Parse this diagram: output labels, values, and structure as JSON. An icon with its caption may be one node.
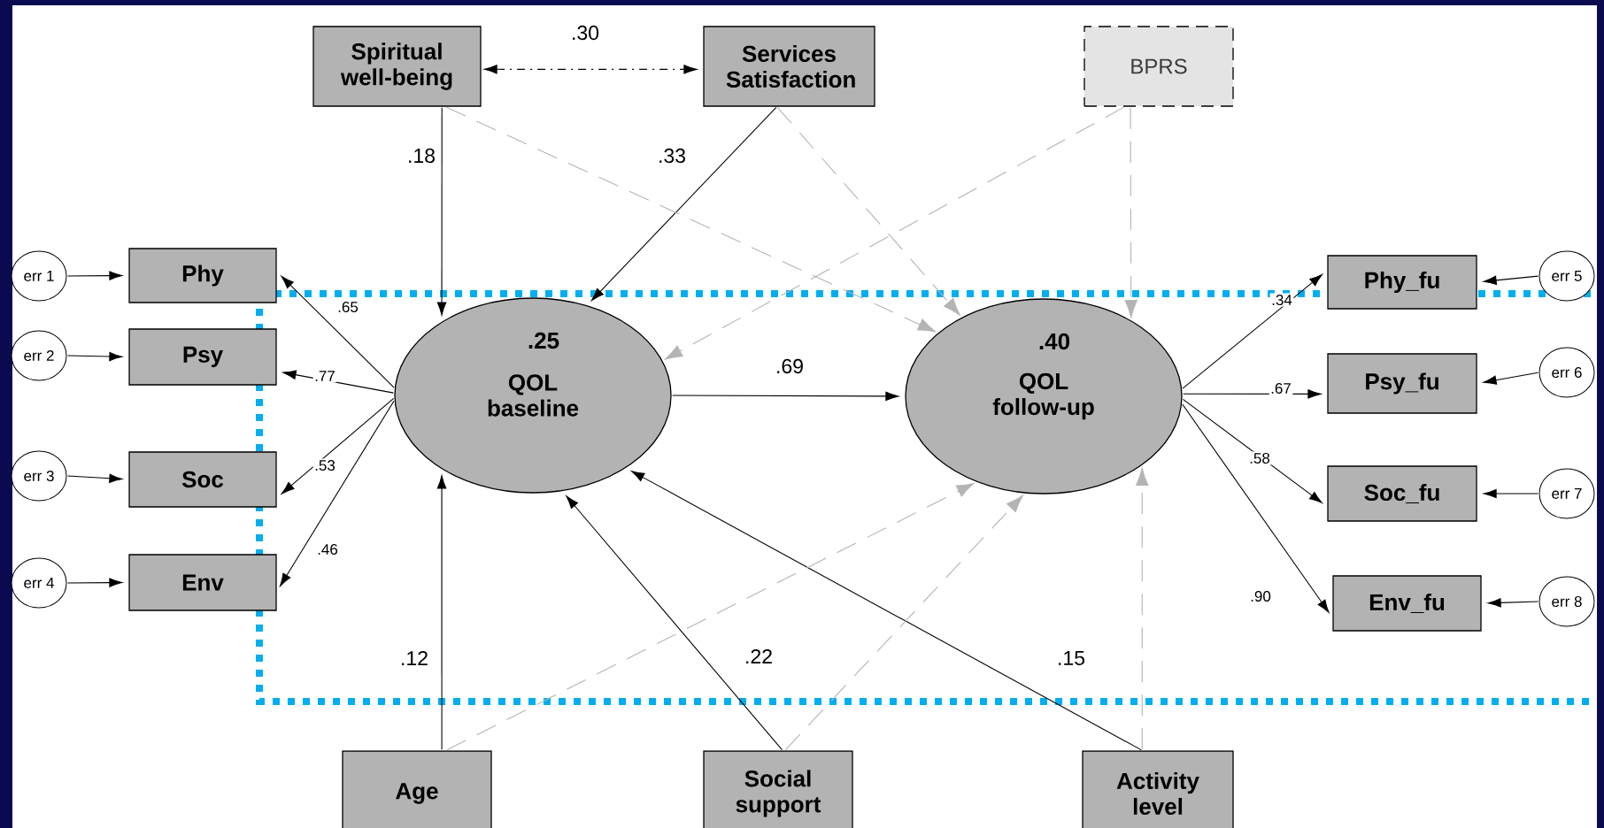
{
  "diagram": {
    "nodes": [
      {
        "text": [
          "Spiritual well-being"
        ]
      },
      {
        "text": [
          "Services Satisfaction"
        ]
      },
      {
        "text": [
          "BPRS"
        ]
      },
      {
        "text": [
          "err 1"
        ]
      },
      {
        "text": [
          "Phy"
        ]
      },
      {
        "text": [
          "err 2"
        ]
      },
      {
        "text": [
          "Psy"
        ]
      },
      {
        "text": [
          "err 3"
        ]
      },
      {
        "text": [
          "Soc"
        ]
      },
      {
        "text": [
          "err 4"
        ]
      },
      {
        "text": [
          "Env"
        ]
      },
      {
        "text": [
          ".25",
          "QOL baseline"
        ]
      },
      {
        "text": [
          ".40",
          "QOL follow-up"
        ]
      },
      {
        "text": [
          "Phy_fu"
        ]
      },
      {
        "text": [
          "err 5"
        ]
      },
      {
        "text": [
          "Psy_fu"
        ]
      },
      {
        "text": [
          "err 6"
        ]
      },
      {
        "text": [
          "Soc_fu"
        ]
      },
      {
        "text": [
          "err 7"
        ]
      },
      {
        "text": [
          "Env_fu"
        ]
      },
      {
        "text": [
          "err 8"
        ]
      },
      {
        "text": [
          "Age"
        ]
      },
      {
        "text": [
          "Social support"
        ]
      },
      {
        "text": [
          "Activity level"
        ]
      }
    ],
    "edges": [
      {
        "from": 0,
        "to": 1,
        "arrow": "both",
        "label": ".30",
        "style": "dashed"
      },
      {
        "from": 0,
        "to": 11,
        "arrow": "to",
        "label": ".18"
      },
      {
        "from": 1,
        "to": 11,
        "arrow": "to",
        "label": ".33"
      },
      {
        "from": 11,
        "to": 12,
        "arrow": "to",
        "label": ".69"
      },
      {
        "from": 11,
        "to": 4,
        "arrow": "to",
        "label": ".65"
      },
      {
        "from": 11,
        "to": 6,
        "arrow": "to",
        "label": ".77"
      },
      {
        "from": 11,
        "to": 8,
        "arrow": "to",
        "label": ".53"
      },
      {
        "from": 11,
        "to": 10,
        "arrow": "to",
        "label": ".46"
      },
      {
        "from": 12,
        "to": 13,
        "arrow": "to",
        "label": ".34"
      },
      {
        "from": 12,
        "to": 15,
        "arrow": "to",
        "label": ".67"
      },
      {
        "from": 12,
        "to": 17,
        "arrow": "to",
        "label": ".58"
      },
      {
        "from": 12,
        "to": 19,
        "arrow": "to",
        "label": ".90"
      },
      {
        "from": 21,
        "to": 11,
        "arrow": "to",
        "label": ".12"
      },
      {
        "from": 22,
        "to": 11,
        "arrow": "to",
        "label": ".22"
      },
      {
        "from": 23,
        "to": 11,
        "arrow": "to",
        "label": ".15"
      },
      {
        "from": 3,
        "to": 4,
        "arrow": "to"
      },
      {
        "from": 5,
        "to": 6,
        "arrow": "to"
      },
      {
        "from": 7,
        "to": 8,
        "arrow": "to"
      },
      {
        "from": 9,
        "to": 10,
        "arrow": "to"
      },
      {
        "from": 14,
        "to": 13,
        "arrow": "to"
      },
      {
        "from": 16,
        "to": 15,
        "arrow": "to"
      },
      {
        "from": 18,
        "to": 17,
        "arrow": "to"
      },
      {
        "from": 20,
        "to": 19,
        "arrow": "to"
      },
      {
        "from": 0,
        "to": 12,
        "arrow": "to",
        "style": "dashed",
        "color": "#b4b4b4"
      },
      {
        "from": 1,
        "to": 12,
        "arrow": "to",
        "style": "dashed",
        "color": "#b4b4b4"
      },
      {
        "from": 2,
        "to": 11,
        "arrow": "to",
        "style": "dashed",
        "color": "#b4b4b4"
      },
      {
        "from": 2,
        "to": 12,
        "arrow": "to",
        "style": "dashed",
        "color": "#b4b4b4"
      },
      {
        "from": 21,
        "to": 12,
        "arrow": "to",
        "style": "dashed",
        "color": "#b4b4b4"
      },
      {
        "from": 22,
        "to": 12,
        "arrow": "to",
        "style": "dashed",
        "color": "#b4b4b4"
      },
      {
        "from": 23,
        "to": 12,
        "arrow": "to",
        "style": "dashed",
        "color": "#b4b4b4"
      }
    ]
  }
}
